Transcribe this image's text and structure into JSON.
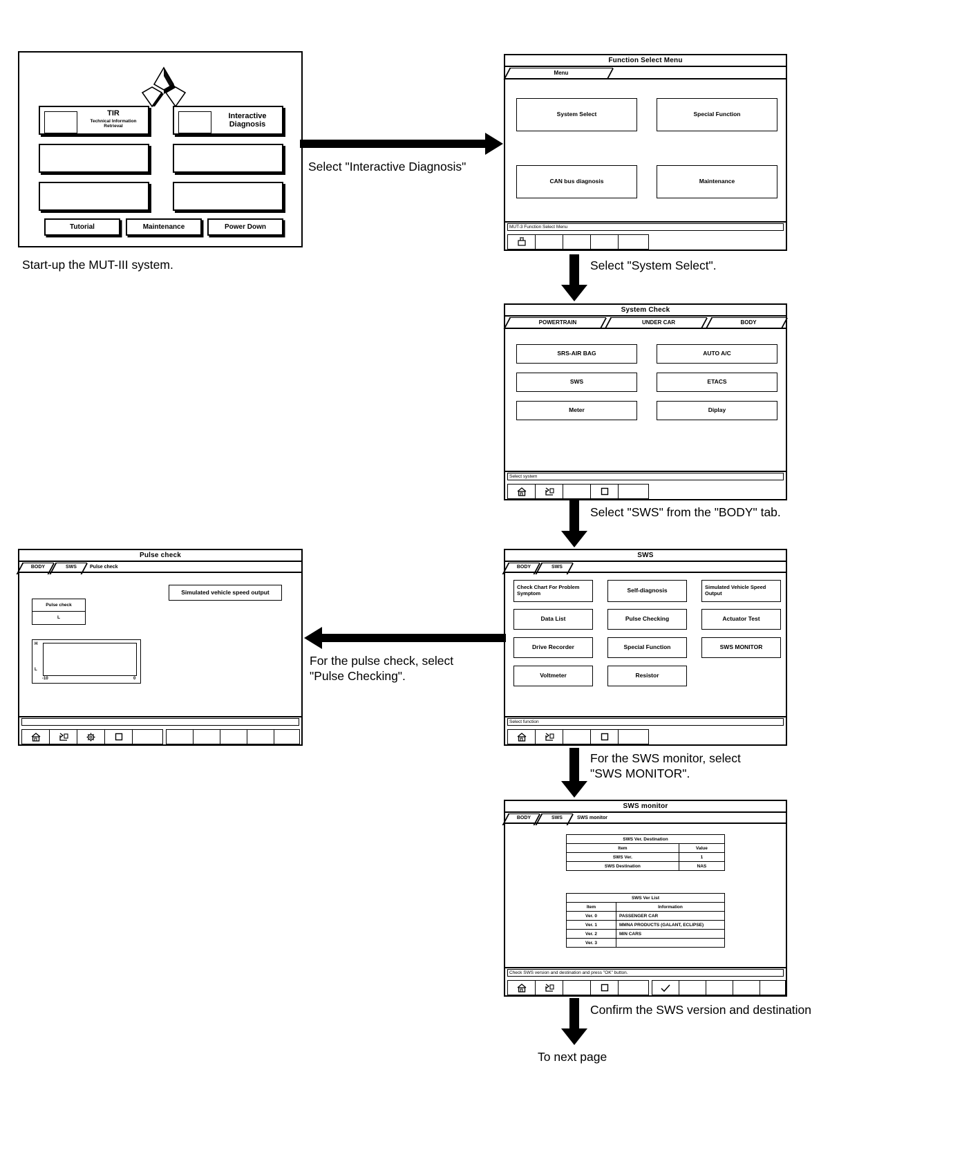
{
  "startup": {
    "logo_name": "mitsubishi-three-diamonds-logo",
    "buttons": [
      {
        "title": "TIR",
        "sub": "Technical Information\nRetrieval"
      },
      {
        "title": "Interactive\nDiagnosis",
        "sub": ""
      },
      {
        "title": "",
        "sub": ""
      },
      {
        "title": "",
        "sub": ""
      },
      {
        "title": "",
        "sub": ""
      },
      {
        "title": "",
        "sub": ""
      }
    ],
    "footer_buttons": [
      "Tutorial",
      "Maintenance",
      "Power Down"
    ],
    "caption": "Start-up the MUT-III system."
  },
  "function_select": {
    "title": "Function Select Menu",
    "tabs": [
      "Menu"
    ],
    "buttons": [
      "System Select",
      "Special Function",
      "CAN bus diagnosis",
      "Maintenance"
    ],
    "status": "MUT-3 Function Select Menu",
    "toolbar_icons": [
      "connector-icon"
    ],
    "caption": "Select \"Interactive Diagnosis\""
  },
  "system_check": {
    "title": "System Check",
    "tabs": [
      "POWERTRAIN",
      "UNDER CAR",
      "BODY"
    ],
    "buttons": [
      "SRS-AIR BAG",
      "AUTO A/C",
      "SWS",
      "ETACS",
      "Meter",
      "Diplay"
    ],
    "status": "Select system",
    "toolbar_icons": [
      "home-icon",
      "back-icon",
      "copy-icon"
    ],
    "caption": "Select \"System Select\"."
  },
  "sws": {
    "title": "SWS",
    "breadcrumb": [
      "BODY",
      "SWS"
    ],
    "buttons": [
      "Check Chart For Problem Symptom",
      "Self-diagnosis",
      "Simulated Vehicle Speed Output",
      "Data List",
      "Pulse Checking",
      "Actuator Test",
      "Drive Recorder",
      "Special Function",
      "SWS MONITOR",
      "Voltmeter",
      "Resistor"
    ],
    "status": "Select function",
    "toolbar_icons": [
      "home-icon",
      "back-icon",
      "copy-icon"
    ],
    "caption": "Select \"SWS\" from the \"BODY\" tab."
  },
  "pulse_check": {
    "title": "Pulse check",
    "breadcrumb": [
      "BODY",
      "SWS",
      "Pulse check"
    ],
    "speed_button": "Simulated vehicle speed output",
    "table": {
      "header": "Pulse check",
      "value": "L"
    },
    "graph": {
      "y_high": "H",
      "y_low": "L",
      "x_min": "-10",
      "x_max": "0"
    },
    "toolbar_icons": [
      "home-icon",
      "back-icon",
      "gear-icon",
      "copy-icon"
    ],
    "caption": "For the pulse check, select\n\"Pulse Checking\"."
  },
  "sws_monitor": {
    "title": "SWS monitor",
    "breadcrumb": [
      "BODY",
      "SWS",
      "SWS monitor"
    ],
    "table1": {
      "caption": "SWS Ver. Destination",
      "headers": [
        "Item",
        "Value"
      ],
      "rows": [
        [
          "SWS Ver.",
          "1"
        ],
        [
          "SWS Destination",
          "NAS"
        ]
      ]
    },
    "table2": {
      "caption": "SWS Ver List",
      "headers": [
        "Item",
        "Information"
      ],
      "rows": [
        [
          "Ver. 0",
          "PASSENGER CAR"
        ],
        [
          "Ver. 1",
          "MMNA PRODUCTS (GALANT, ECLIPSE)"
        ],
        [
          "Ver. 2",
          "MIN CARS"
        ],
        [
          "Ver. 3",
          ""
        ]
      ]
    },
    "status": "Check SWS version and destination and press \"OK\" button.",
    "toolbar_icons": [
      "home-icon",
      "back-icon",
      "copy-icon",
      "check-icon"
    ],
    "caption_monitor": "For the SWS monitor, select\n\"SWS MONITOR\".",
    "caption_confirm": "Confirm the SWS version and destination"
  },
  "flow": {
    "next_page": "To next page"
  },
  "colors": {
    "ink": "#000000",
    "paper": "#ffffff"
  }
}
